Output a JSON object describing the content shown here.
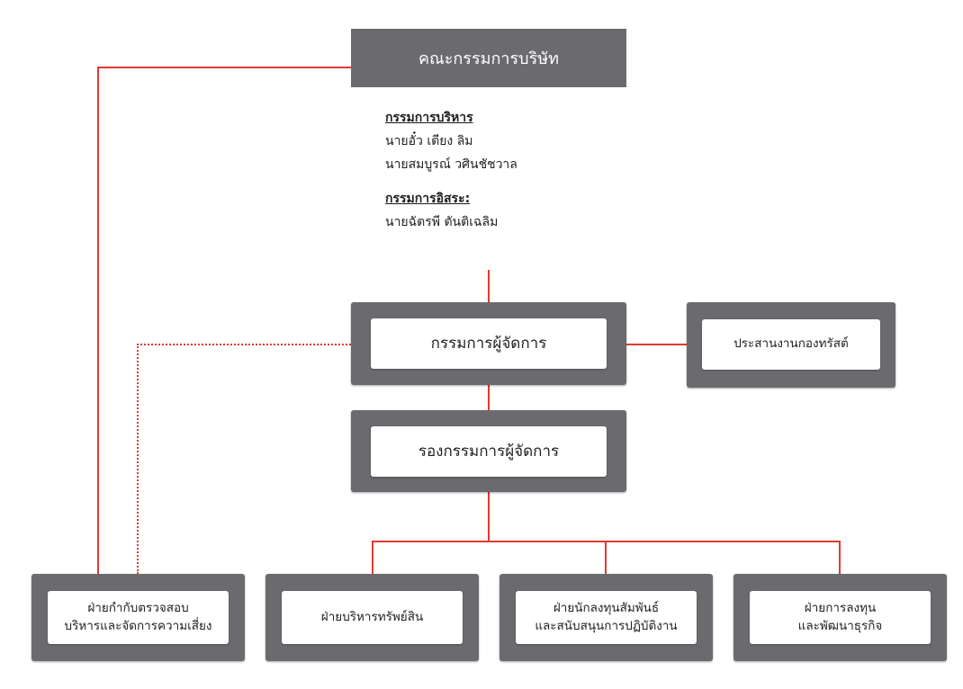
{
  "board": {
    "title": "คณะกรรมการบริษัท"
  },
  "executive_directors": {
    "heading": "กรรมการบริหาร",
    "members": [
      "นายอั๋ว เตียง ลิม",
      "นายสมบูรณ์ วศินชัชวาล"
    ]
  },
  "independent_directors": {
    "heading": "กรรมการอิสระ:",
    "members": [
      "นายฉัตรพี ตันติเฉลิม"
    ]
  },
  "managing_director": {
    "label": "กรรมการผู้จัดการ"
  },
  "trust_coordination": {
    "label": "ประสานงานกองทรัสต์"
  },
  "deputy_managing_director": {
    "label": "รองกรรมการผู้จัดการ"
  },
  "departments": [
    {
      "line1": "ฝ่ายกำกับตรวจสอบ",
      "line2": "บริหารและจัดการความเสี่ยง"
    },
    {
      "line1": "ฝ่ายบริหารทรัพย์สิน",
      "line2": ""
    },
    {
      "line1": "ฝ่ายนักลงทุนสัมพันธ์",
      "line2": "และสนับสนุนการปฏิบัติงาน"
    },
    {
      "line1": "ฝ่ายการลงทุน",
      "line2": "และพัฒนาธุรกิจ"
    }
  ],
  "colors": {
    "connector": "#e03a33",
    "box_frame": "#6b6b6f",
    "box_fill": "#ffffff",
    "board_text": "#ffffff"
  }
}
